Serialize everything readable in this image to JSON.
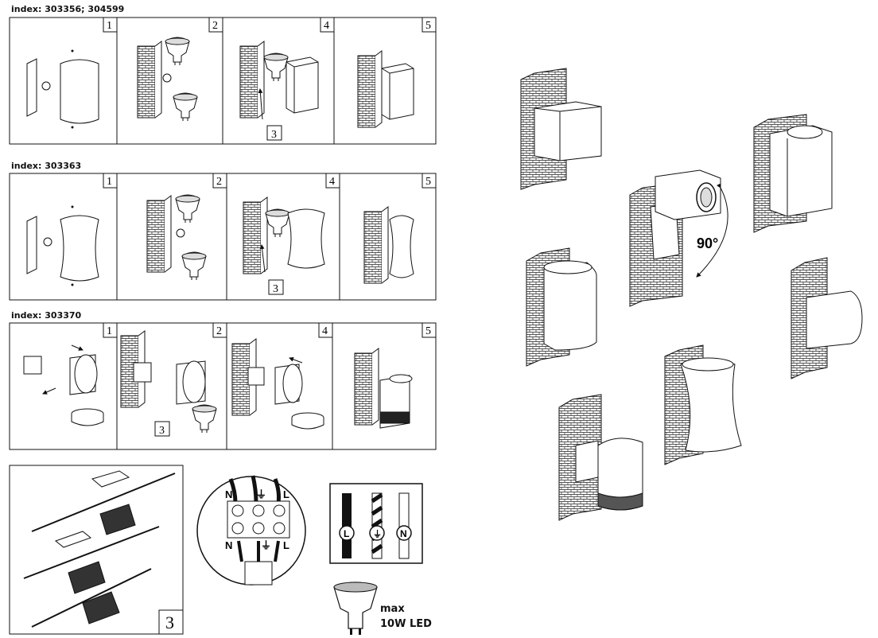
{
  "sections": [
    {
      "index_label": "index: 303356; 304599",
      "panel_numbers": [
        "1",
        "2",
        "4",
        "5"
      ],
      "callout": "3"
    },
    {
      "index_label": "index: 303363",
      "panel_numbers": [
        "1",
        "2",
        "4",
        "5"
      ],
      "callout": "3"
    },
    {
      "index_label": "index: 303370",
      "panel_numbers": [
        "1",
        "2",
        "4",
        "5"
      ],
      "callout": "3"
    }
  ],
  "connector_panel": {
    "number": "3"
  },
  "terminal": {
    "top_labels": [
      "N",
      "⏚",
      "L"
    ],
    "bottom_labels": [
      "N",
      "⏚",
      "L"
    ]
  },
  "wires": {
    "labels": [
      "L",
      "⏚",
      "N"
    ]
  },
  "rotation": {
    "label": "90°"
  },
  "bulb": {
    "line1": "max",
    "line2": "10W LED"
  },
  "icons": [
    "wall-brick-icon",
    "lamp-icon",
    "bulb-icon",
    "screw-icon",
    "arrow-icon"
  ]
}
